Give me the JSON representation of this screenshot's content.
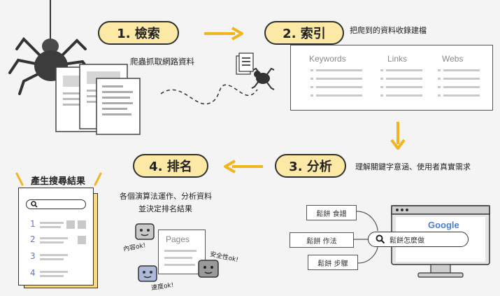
{
  "steps": {
    "crawl": {
      "label": "1. 檢索",
      "caption": "爬蟲抓取網路資料"
    },
    "index": {
      "label": "2. 索引",
      "caption": "把爬到的資料收錄建檔",
      "columns": [
        "Keywords",
        "Links",
        "Webs"
      ]
    },
    "analyze": {
      "label": "3. 分析",
      "caption": "理解關鍵字意涵、使用者真實需求"
    },
    "rank": {
      "label": "4. 排名",
      "caption_line1": "各個演算法運作、分析資料",
      "caption_line2": "並決定排名結果"
    }
  },
  "results": {
    "title": "產生搜尋結果",
    "numbers": [
      "1",
      "2",
      "3",
      "4"
    ]
  },
  "ranking": {
    "pages_label": "Pages",
    "factors": [
      "內容ok!",
      "安全性ok!",
      "速度ok!"
    ]
  },
  "browser": {
    "logo": "Google",
    "query": "鬆餅怎麼做",
    "suggestions": [
      "鬆餅 食譜",
      "鬆餅 作法",
      "鬆餅 步驟"
    ]
  },
  "colors": {
    "pill": "#fde9a6",
    "arrow": "#f2b41f",
    "results_accent": "#f2b41f"
  }
}
